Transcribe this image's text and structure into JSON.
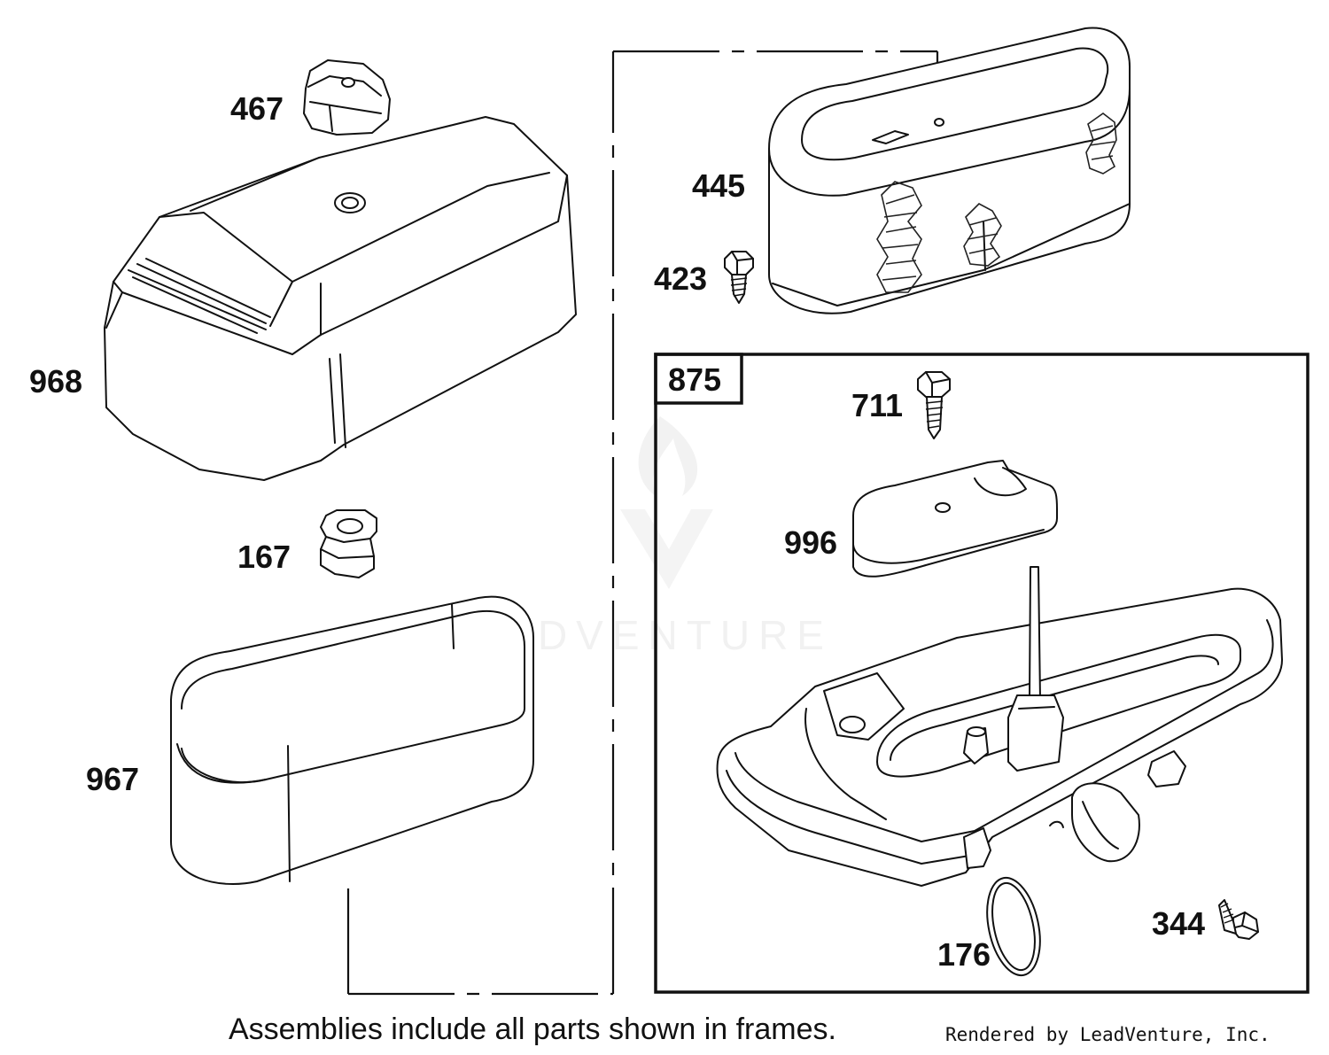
{
  "parts": {
    "p467": "467",
    "p968": "968",
    "p167": "167",
    "p967": "967",
    "p445": "445",
    "p423": "423",
    "p875": "875",
    "p711": "711",
    "p996": "996",
    "p176": "176",
    "p344": "344"
  },
  "footer": {
    "note": "Assemblies include all parts shown in frames.",
    "credit": "Rendered by LeadVenture, Inc."
  },
  "watermark": {
    "text": "LEADVENTURE"
  }
}
